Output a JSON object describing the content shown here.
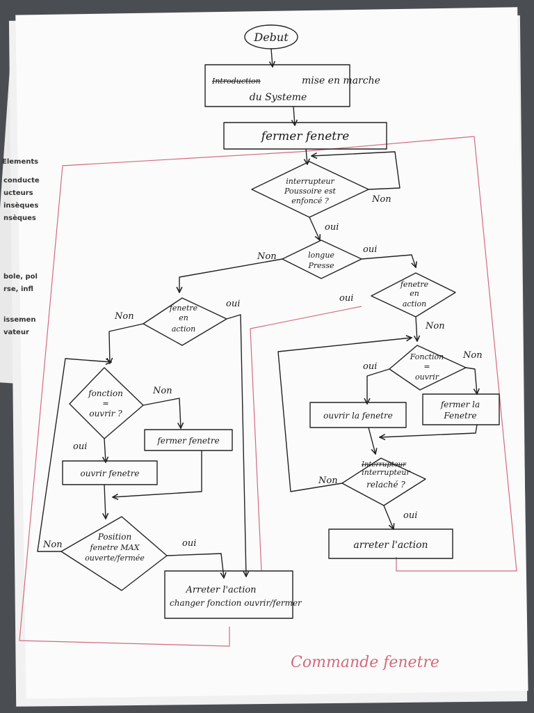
{
  "nodes": {
    "debut": "Debut",
    "start_struck": "Introduction",
    "start1": "mise en marche",
    "start2": "du Systeme",
    "fermer_init": "fermer fenetre",
    "interrupt": [
      "interrupteur",
      "Poussoire est",
      "enfoncé ?"
    ],
    "longue": [
      "longue",
      "Presse"
    ],
    "fen_right": [
      "fenetre",
      "en",
      "action"
    ],
    "fen_left": [
      "fenetre",
      "en",
      "action"
    ],
    "fonction_right": [
      "Fonction",
      "=",
      "ouvrir"
    ],
    "ouvrir_fen_r": "ouvrir la fenetre",
    "fermer_fen_r": [
      "fermer la",
      "Fenetre"
    ],
    "interr_relache_struck": "Interrupteur",
    "interr_relache": [
      "interrupteur",
      "relaché ?"
    ],
    "arreter_r": "arreter l'action",
    "fonction_left": [
      "fonction",
      "=",
      "ouvrir ?"
    ],
    "fermer_fen_l": "fermer fenetre",
    "ouvrir_fen_l": "ouvrir fenetre",
    "position": [
      "Position",
      "fenetre MAX",
      "ouverte/fermée"
    ],
    "arreter_l": [
      "Arreter l'action",
      "changer fonction ouvrir/fermer"
    ]
  },
  "labels": {
    "non": "Non",
    "oui": "oui"
  },
  "caption": "Commande fenetre",
  "side_sheet": [
    "Elements",
    "conducte",
    "ucteurs",
    "insèques",
    "nsèques",
    "bole, pol",
    "rse, infl",
    "issemen",
    "vateur"
  ]
}
